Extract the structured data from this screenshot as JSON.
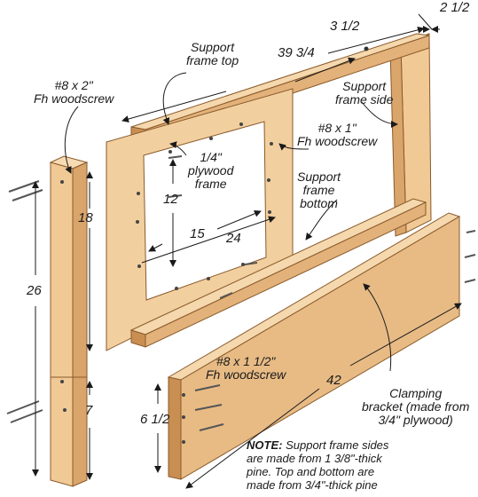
{
  "labels": {
    "support_frame_top": [
      "Support",
      "frame top"
    ],
    "support_frame_side": [
      "Support",
      "frame side"
    ],
    "screw_8x1": [
      "#8 x 1\"",
      "Fh woodscrew"
    ],
    "screw_8x2": [
      "#8 x 2\"",
      "Fh woodscrew"
    ],
    "plywood_frame": [
      "1/4\"",
      "plywood",
      "frame"
    ],
    "support_frame_bottom": [
      "Support",
      "frame",
      "bottom"
    ],
    "screw_8x1_5": [
      "#8 x 1 1/2\"",
      "Fh woodscrew"
    ],
    "clamping_bracket": [
      "Clamping",
      "bracket (made from",
      "3/4\" plywood)"
    ]
  },
  "dimensions": {
    "d_2_5": "2 1/2",
    "d_3_5": "3 1/2",
    "d_39_75": "39 3/4",
    "d_18": "18",
    "d_12": "12",
    "d_15": "15",
    "d_24": "24",
    "d_26": "26",
    "d_7": "7",
    "d_6_5": "6 1/2",
    "d_42": "42"
  },
  "note": {
    "prefix": "NOTE:",
    "lines": [
      "Support frame sides",
      "are made from 1 3/8\"-thick",
      "pine. Top and bottom are",
      "made from 3/4\"-thick pine"
    ]
  },
  "colors": {
    "wood_light": "#f2cf9f",
    "wood_mid": "#e3b27a",
    "wood_dark": "#c98f52",
    "wood_edge": "#8a5a2b",
    "line": "#1a1a1a"
  }
}
